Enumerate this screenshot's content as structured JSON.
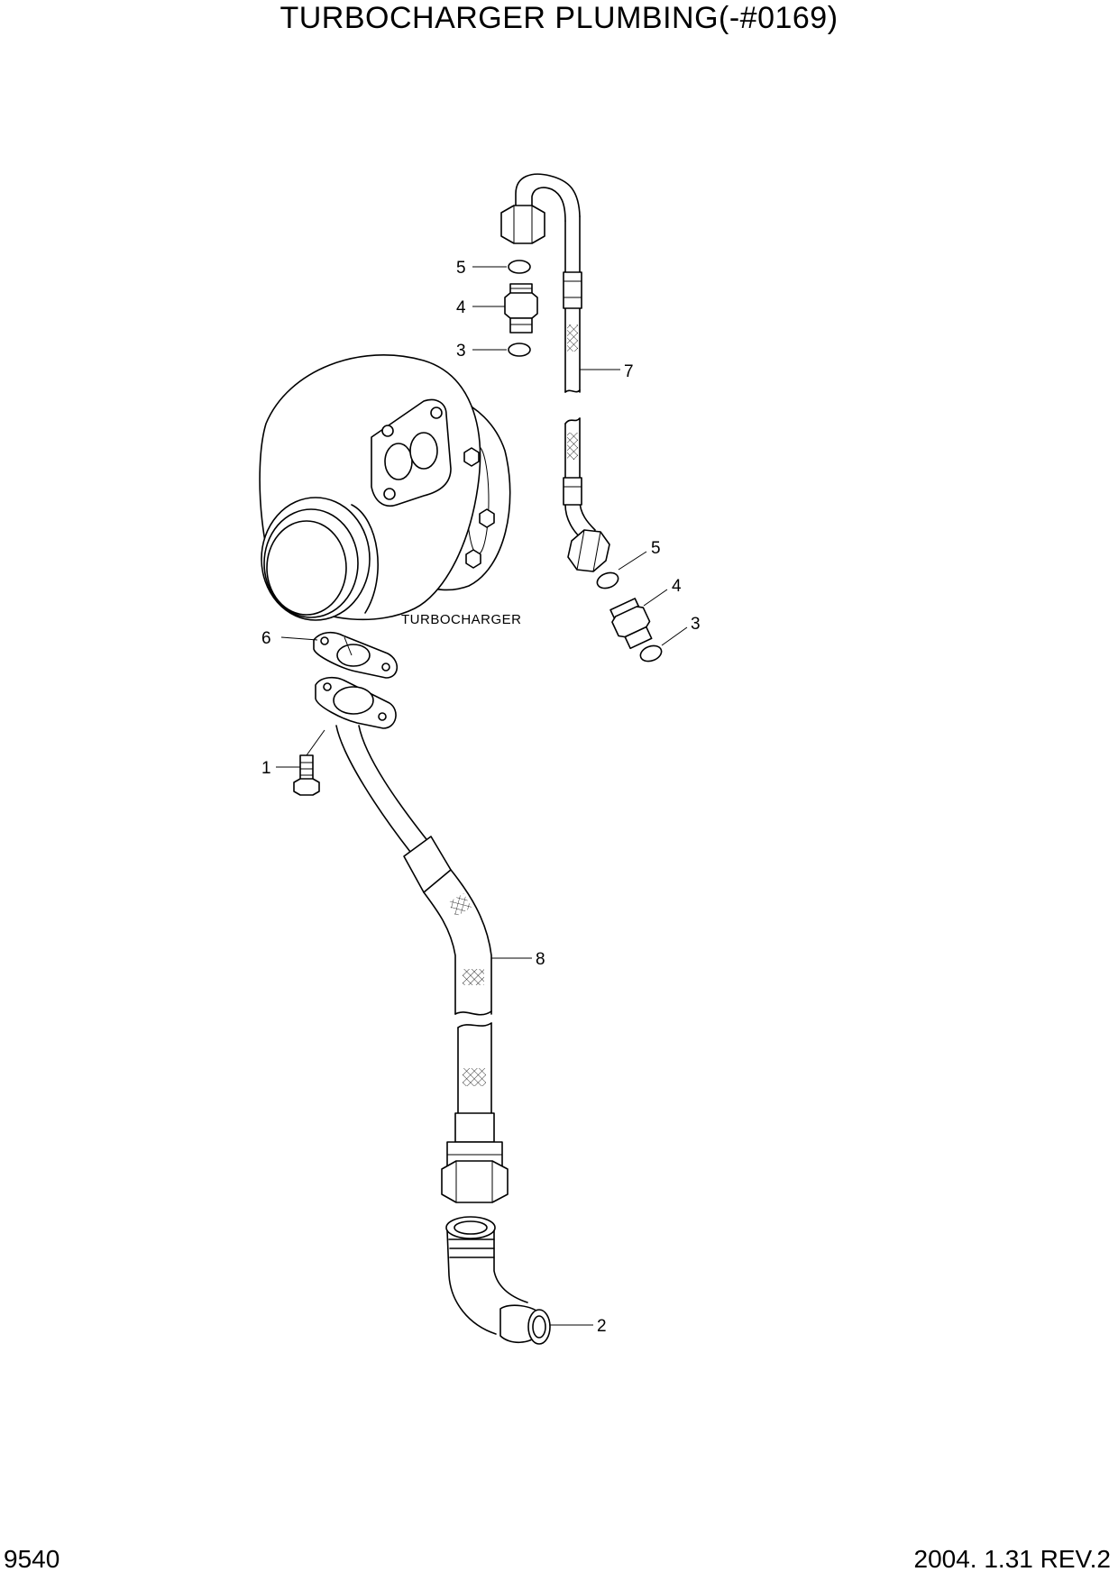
{
  "title": "TURBOCHARGER PLUMBING(-#0169)",
  "footer": {
    "page_code": "9540",
    "revision": "2004. 1.31 REV.2"
  },
  "diagram": {
    "component_label": "TURBOCHARGER",
    "callouts": [
      "5",
      "4",
      "3",
      "7",
      "5",
      "4",
      "3",
      "6",
      "1",
      "8",
      "2"
    ]
  }
}
